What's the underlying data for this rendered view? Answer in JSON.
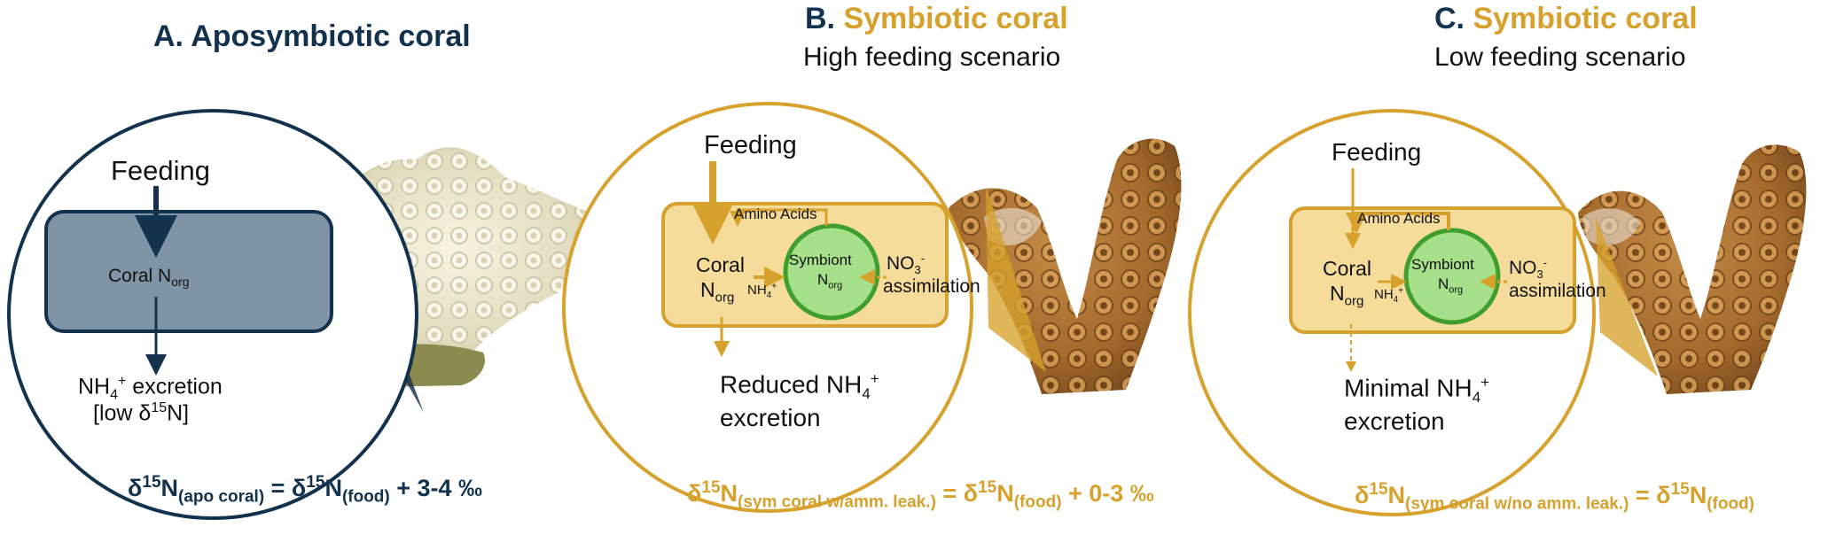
{
  "colors": {
    "navy": "#12324d",
    "gold": "#d6a12c",
    "box_fill_apo": "#7f94a6",
    "box_fill_sym": "#f5dc9a",
    "symbiont_fill": "#a6e08a",
    "symbiont_ring": "#3f9e2e",
    "apo_coral": "#ece8d2",
    "sym_coral": "#b67a37"
  },
  "panel_a": {
    "letter": "A.",
    "title": "Aposymbiotic coral",
    "feeding": "Feeding",
    "coral": "Coral N",
    "coral_sub": "org",
    "excretion_pre": "NH",
    "excretion_sub": "4",
    "excretion_sup": "+",
    "excretion_post": " excretion",
    "bracket_pre": "[low δ",
    "bracket_sup": "15",
    "bracket_post": "N]",
    "eq_d": "δ",
    "eq_sup1": "15",
    "eq_n1": "N",
    "eq_sub1": "(apo coral)",
    "eq_mid": " = δ",
    "eq_sup2": "15",
    "eq_n2": "N",
    "eq_sub2": "(food)",
    "eq_tail": " + 3-4 ‰",
    "coral_image": "white-coral-fragment"
  },
  "panel_b": {
    "letter": "B.",
    "title": "Symbiotic coral",
    "subtitle": "High feeding scenario",
    "feeding": "Feeding",
    "amino": "Amino Acids",
    "coral": "Coral",
    "n": "N",
    "org": "org",
    "nh4": "NH",
    "nh4_sub": "4",
    "nh4_sup": "+",
    "symbiont": "Symbiont",
    "no3": "NO",
    "no3_sub": "3",
    "no3_sup": "-",
    "assim": "assimilation",
    "reduced": "Reduced NH",
    "reduced_sub": "4",
    "reduced_sup": "+",
    "excretion": "excretion",
    "eq_d": "δ",
    "eq_sup1": "15",
    "eq_n1": "N",
    "eq_sub1": "(sym coral w/amm. leak.)",
    "eq_mid": " = δ",
    "eq_sup2": "15",
    "eq_n2": "N",
    "eq_sub2": "(food)",
    "eq_tail": " + 0-3 ‰",
    "coral_image": "brown-branching-coral"
  },
  "panel_c": {
    "letter": "C.",
    "title": "Symbiotic coral",
    "subtitle": "Low feeding scenario",
    "feeding": "Feeding",
    "amino": "Amino Acids",
    "coral": "Coral",
    "n": "N",
    "org": "org",
    "nh4": "NH",
    "nh4_sub": "4",
    "nh4_sup": "+",
    "symbiont": "Symbiont",
    "no3": "NO",
    "no3_sub": "3",
    "no3_sup": "-",
    "assim": "assimilation",
    "minimal": "Minimal NH",
    "minimal_sub": "4",
    "minimal_sup": "+",
    "excretion": "excretion",
    "eq_d": "δ",
    "eq_sup1": "15",
    "eq_n1": "N",
    "eq_sub1": "(sym coral w/no amm. leak.)",
    "eq_mid": " = δ",
    "eq_sup2": "15",
    "eq_n2": "N",
    "eq_sub2": "(food)",
    "coral_image": "brown-branching-coral"
  }
}
